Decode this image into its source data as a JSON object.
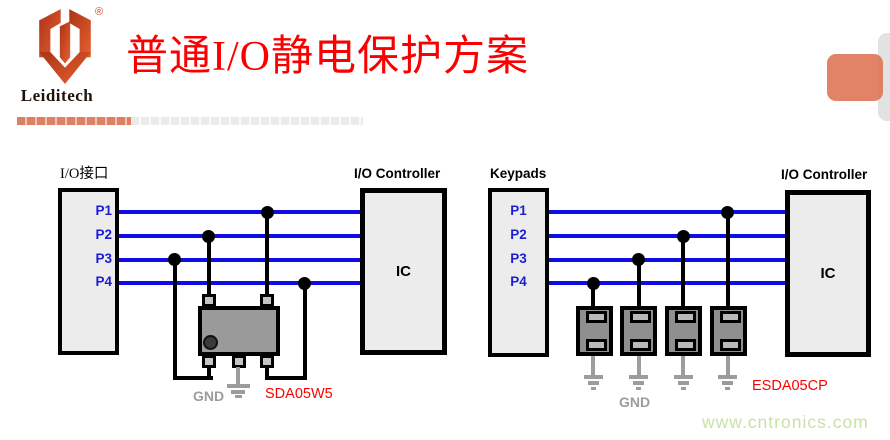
{
  "header": {
    "brand": "Leiditech",
    "registered_mark": "®",
    "title": "普通I/O静电保护方案"
  },
  "diagrams": {
    "left": {
      "source_label": "I/O接口",
      "controller_label": "I/O Controller",
      "ic_label": "IC",
      "ports": [
        "P1",
        "P2",
        "P3",
        "P4"
      ],
      "gnd_label": "GND",
      "part_label": "SDA05W5"
    },
    "right": {
      "source_label": "Keypads",
      "controller_label": "I/O Controller",
      "ic_label": "IC",
      "ports": [
        "P1",
        "P2",
        "P3",
        "P4"
      ],
      "gnd_label": "GND",
      "part_label": "ESDA05CP"
    }
  },
  "footer": {
    "watermark": "www.cntronics.com"
  },
  "colors": {
    "title_red": "#fb0000",
    "part_red": "#ff0000",
    "wire_blue": "#0d0de4",
    "port_blue": "#1d1dd6",
    "wire_black": "#000000",
    "gnd_gray": "#9c9c9c",
    "accent_salmon": "#dd8063",
    "watermark_green": "#c8e2a6"
  }
}
